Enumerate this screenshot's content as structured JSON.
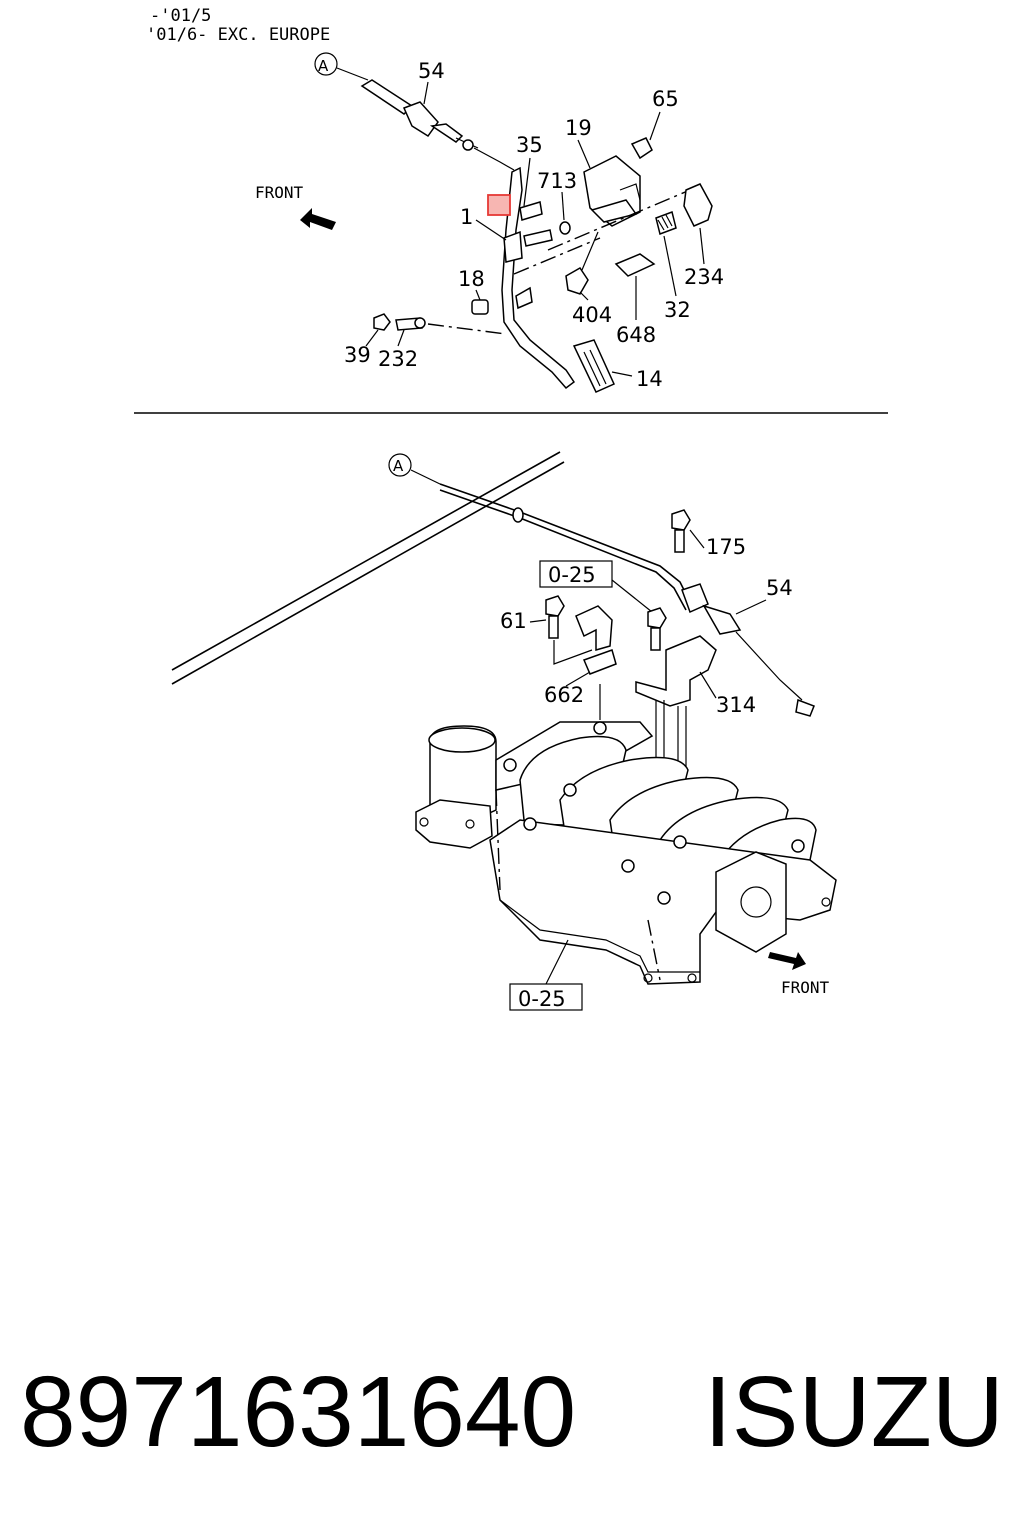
{
  "header": {
    "line1": "-'01/5",
    "line2": "'01/6-  EXC. EUROPE"
  },
  "top_diagram": {
    "callout_ref": "A",
    "front_label": "FRONT",
    "labels": {
      "p54": "54",
      "p65": "65",
      "p35": "35",
      "p19": "19",
      "p713": "713",
      "p1": "1",
      "p18": "18",
      "p234": "234",
      "p404": "404",
      "p32": "32",
      "p648": "648",
      "p39": "39",
      "p232": "232",
      "p14": "14"
    }
  },
  "bottom_diagram": {
    "callout_ref": "A",
    "front_label": "FRONT",
    "box_label_top": "0-25",
    "box_label_bottom": "0-25",
    "labels": {
      "p175": "175",
      "p54": "54",
      "p61": "61",
      "p662": "662",
      "p314": "314"
    }
  },
  "footer": {
    "part_number": "8971631640",
    "brand": "ISUZU"
  },
  "colors": {
    "highlight": "#e53935",
    "highlight_fill": "#f7b6b2"
  }
}
